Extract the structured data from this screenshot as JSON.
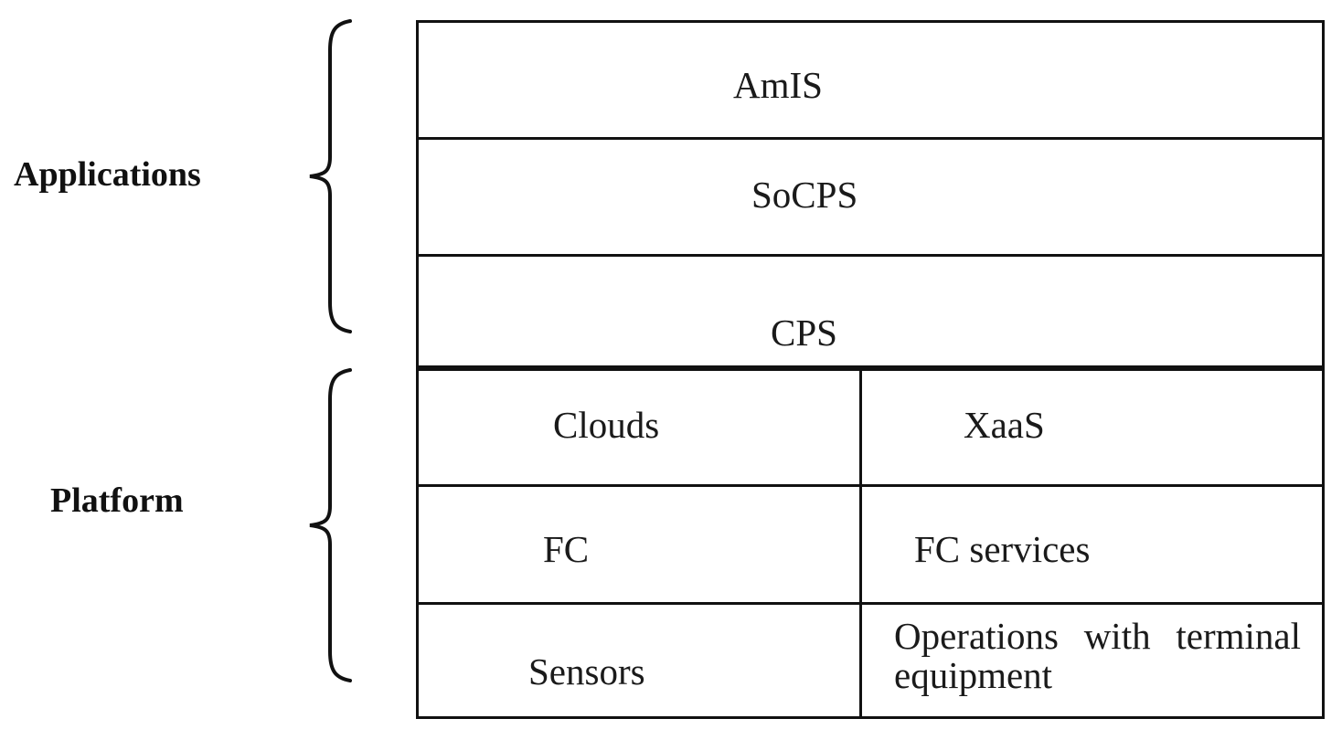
{
  "diagram": {
    "side_labels": {
      "applications": "Applications",
      "platform": "Platform"
    },
    "application_layers": [
      "AmIS",
      "SoCPS",
      "CPS"
    ],
    "platform_layers": [
      {
        "left": "Clouds",
        "right": "XaaS"
      },
      {
        "left": "FC",
        "right": "FC services"
      },
      {
        "left": "Sensors",
        "right": "Operations with terminal equipment"
      }
    ],
    "colors": {
      "line": "#111111",
      "text": "#1a1a1a",
      "background": "#ffffff"
    }
  }
}
